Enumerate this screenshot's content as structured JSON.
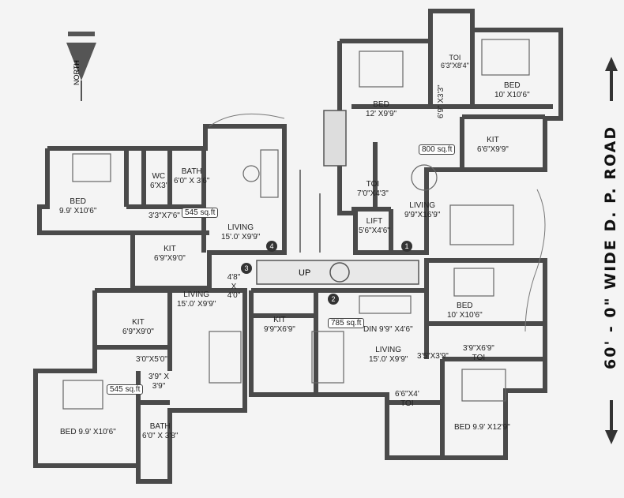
{
  "north_label": "NORTH",
  "road_label": "60' - 0\" WIDE D. P. ROAD",
  "stair_label": "UP",
  "unit_numbers": [
    "1",
    "2",
    "3",
    "4"
  ],
  "areas": [
    "800 sq.ft",
    "545 sq.ft",
    "785 sq.ft",
    "545 sq.ft"
  ],
  "rooms": {
    "u1_bed_a": {
      "name": "BED",
      "dim": "12' X9'9\""
    },
    "u1_toi_top": {
      "name": "TOI",
      "dim": "6'3\"X8'4\""
    },
    "u1_bed_b": {
      "name": "BED",
      "dim": "10' X10'6\""
    },
    "u1_passage": {
      "dim": "6'9\" X3'3\""
    },
    "u1_kit": {
      "name": "KIT",
      "dim": "6'6\"X9'9\""
    },
    "u1_toi": {
      "name": "TOI",
      "dim": "7'0\"X4'3\""
    },
    "u1_living": {
      "name": "LIVING",
      "dim": "9'9\"X16'9\""
    },
    "lift": {
      "name": "LIFT",
      "dim": "5'6\"X4'6\""
    },
    "u4_bed": {
      "name": "BED",
      "dim": "9.9' X10'6\""
    },
    "u4_wc": {
      "name": "WC",
      "dim": "6'X3'"
    },
    "u4_bath": {
      "name": "BATH",
      "dim": "6'0\" X 3'6\""
    },
    "u4_passage": {
      "dim": "3'3\"X7'6\""
    },
    "u4_living": {
      "name": "LIVING",
      "dim": "15'.0' X9'9\""
    },
    "u4_kit": {
      "name": "KIT",
      "dim": "6'9\"X9'0\""
    },
    "lobby": {
      "dim": "4'8\" X 4'0\""
    },
    "u3_kit": {
      "name": "KIT",
      "dim": "6'9\"X9'0\""
    },
    "u3_living": {
      "name": "LIVING",
      "dim": "15'.0' X9'9\""
    },
    "u3_passage_a": {
      "dim": "3'0\"X5'0\""
    },
    "u3_passage_b": {
      "dim": "3'9\" X 3'9\""
    },
    "u3_bed": {
      "name": "BED",
      "dim": "9.9' X10'6\""
    },
    "u3_bath": {
      "name": "BATH",
      "dim": "6'0\" X 3'8\""
    },
    "u2_kit": {
      "name": "KIT",
      "dim": "9'9\"X6'9\""
    },
    "u2_din": {
      "name": "DIN",
      "dim": "9'9\" X4'6\""
    },
    "u2_living": {
      "name": "LIVING",
      "dim": "15'.0' X9'9\""
    },
    "u2_bed_a": {
      "name": "BED",
      "dim": "10' X10'6\""
    },
    "u2_passage": {
      "dim": "3'5\"X3'9\""
    },
    "u2_toi_a": {
      "name": "TOI",
      "dim": "3'9\"X6'9\""
    },
    "u2_toi_b": {
      "name": "TOI",
      "dim": "6'6\"X4'"
    },
    "u2_bed_b": {
      "name": "BED",
      "dim": "9.9' X12'9\""
    }
  }
}
